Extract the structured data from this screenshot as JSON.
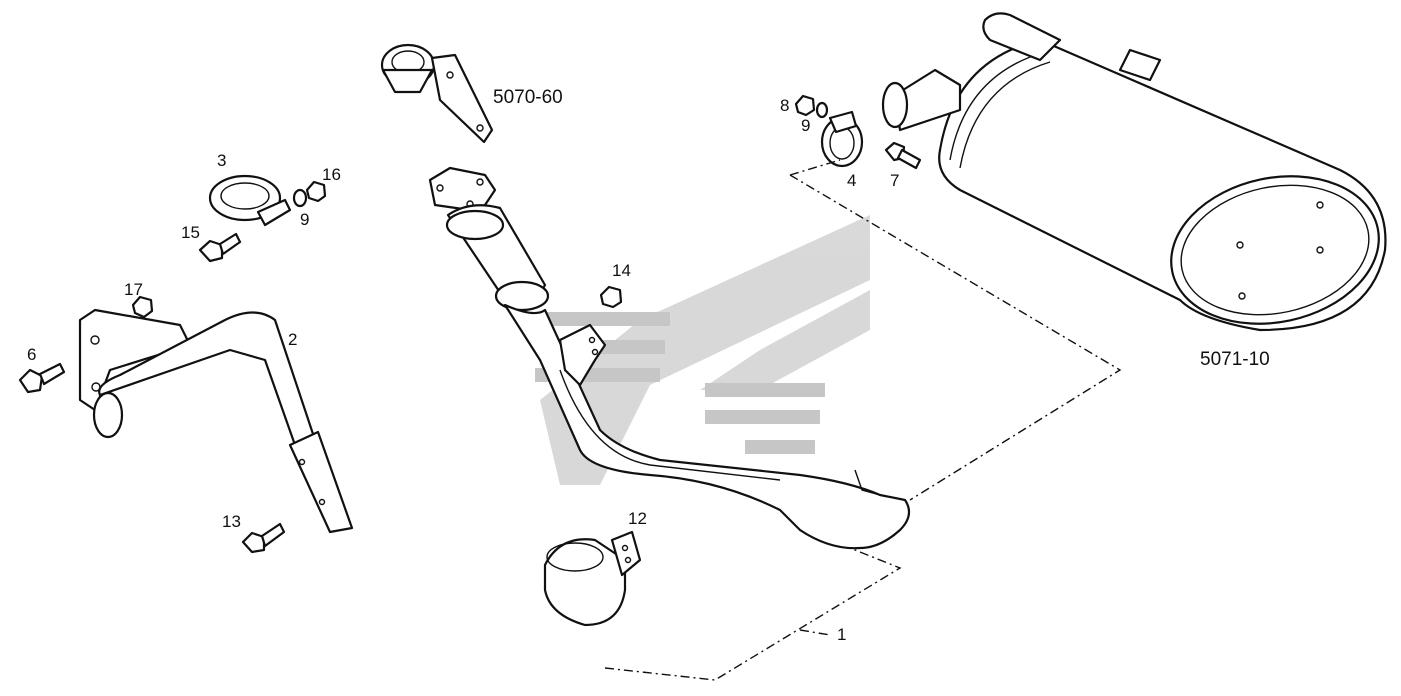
{
  "labels": {
    "part_1": "1",
    "part_2": "2",
    "part_3": "3",
    "part_4": "4",
    "part_6": "6",
    "part_7": "7",
    "part_8": "8",
    "part_9a": "9",
    "part_9b": "9",
    "part_12": "12",
    "part_13": "13",
    "part_14": "14",
    "part_15": "15",
    "part_16": "16",
    "part_17": "17",
    "assembly_muffler": "5071-10",
    "assembly_upper": "5070-60"
  },
  "colors": {
    "ink": "#111111",
    "watermark": "#c8c8c8",
    "background": "#ffffff"
  }
}
